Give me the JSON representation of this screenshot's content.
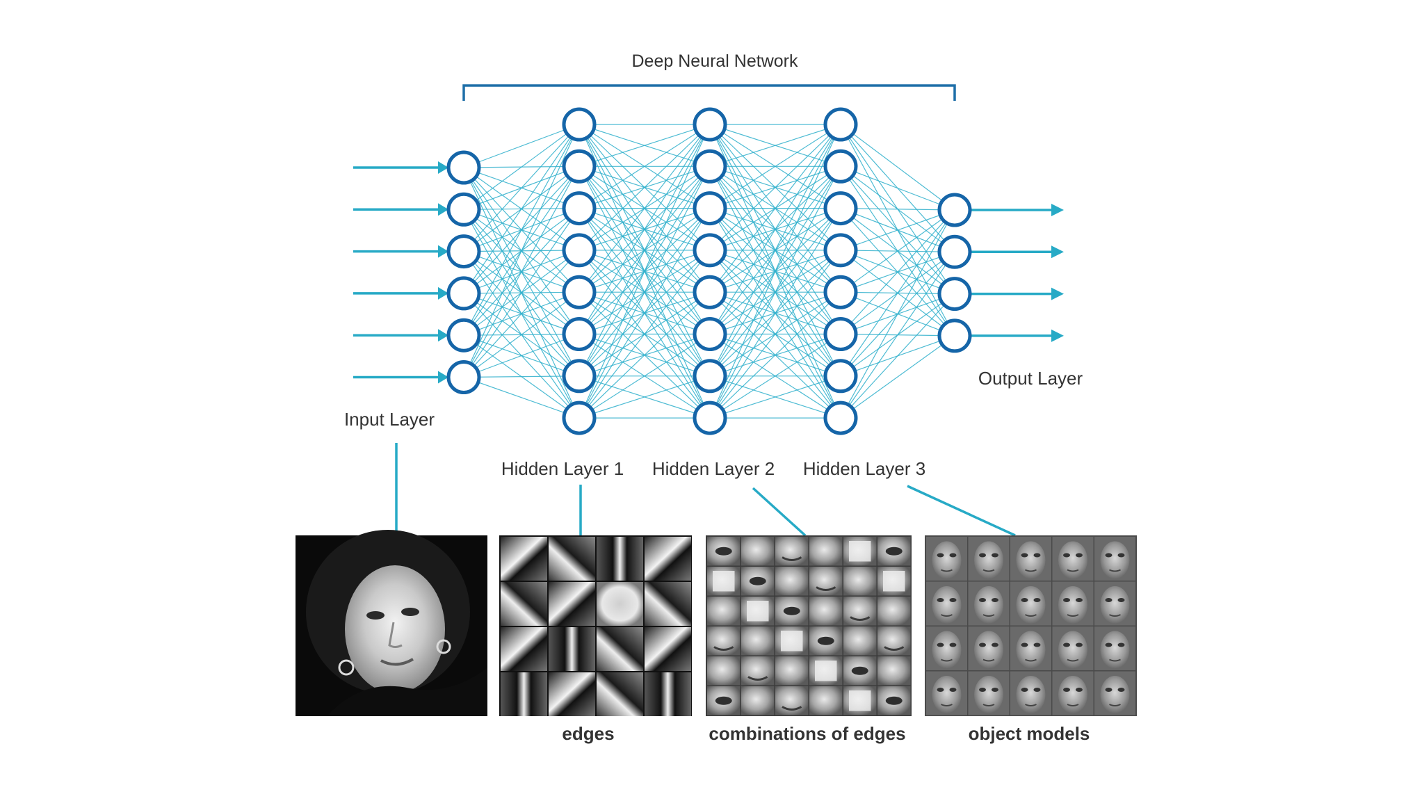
{
  "title": "Deep Neural Network",
  "layers": [
    {
      "label": "Input Layer",
      "nodes": 6
    },
    {
      "label": "Hidden Layer 1",
      "nodes": 8
    },
    {
      "label": "Hidden Layer 2",
      "nodes": 8
    },
    {
      "label": "Hidden Layer 3",
      "nodes": 8
    },
    {
      "label": "Output Layer",
      "nodes": 4
    }
  ],
  "panels": [
    {
      "caption": ""
    },
    {
      "caption": "edges"
    },
    {
      "caption": "combinations of edges"
    },
    {
      "caption": "object models"
    }
  ],
  "colors": {
    "node_stroke": "#1565a8",
    "connection": "#2fb0cc",
    "arrow": "#27aac6"
  }
}
